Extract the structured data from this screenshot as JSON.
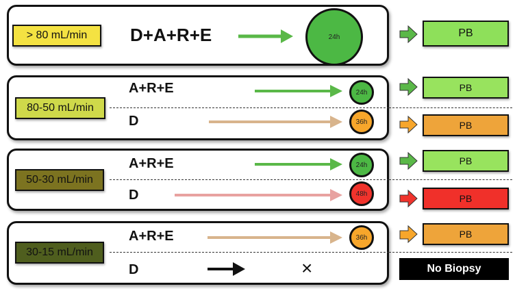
{
  "panels": [
    {
      "label": "> 80 mL/min",
      "label_color": "#f4e242",
      "rows": [
        {
          "drugs": "D+A+R+E",
          "time": "24h",
          "circle_color": "#4cb844",
          "arrow_color": "#5ab848",
          "result": "PB",
          "result_color": "#8ee05a"
        }
      ]
    },
    {
      "label": "80-50 mL/min",
      "label_color": "#cfd94a",
      "rows": [
        {
          "drugs": "A+R+E",
          "time": "24h",
          "circle_color": "#4cb844",
          "arrow_color": "#5ab848",
          "result": "PB",
          "result_color": "#98e35e"
        },
        {
          "drugs": "D",
          "time": "36h",
          "circle_color": "#f7a62b",
          "arrow_color": "#d8b48c",
          "result": "PB",
          "result_color": "#eea43a"
        }
      ]
    },
    {
      "label": "50-30 mL/min",
      "label_color": "#7c7320",
      "rows": [
        {
          "drugs": "A+R+E",
          "time": "24h",
          "circle_color": "#4cb844",
          "arrow_color": "#5ab848",
          "result": "PB",
          "result_color": "#98e35e"
        },
        {
          "drugs": "D",
          "time": "48h",
          "circle_color": "#f0332c",
          "arrow_color": "#e8a2a0",
          "result": "PB",
          "result_color": "#f0302a"
        }
      ]
    },
    {
      "label": "30-15 mL/min",
      "label_color": "#4f5e1e",
      "rows": [
        {
          "drugs": "A+R+E",
          "time": "36h",
          "circle_color": "#f7a62b",
          "arrow_color": "#d8b48c",
          "result": "PB",
          "result_color": "#eea43a"
        },
        {
          "drugs": "D",
          "end_mark": "×",
          "arrow_color": "#111111",
          "result": "No Biopsy"
        }
      ]
    }
  ]
}
